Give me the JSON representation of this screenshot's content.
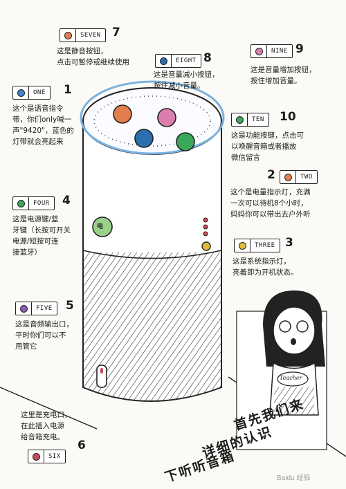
{
  "callouts": [
    {
      "id": "seven",
      "label": "SEVEN",
      "number": "7",
      "text": "这是静音按钮，\n点击可暂停或继续使用",
      "color": "#e27d4d"
    },
    {
      "id": "eight",
      "label": "EIGHT",
      "number": "8",
      "text": "这是音量减小按钮，\n按住减小音量。",
      "color": "#2b6fb0"
    },
    {
      "id": "nine",
      "label": "NINE",
      "number": "9",
      "text": "这是音量增加按钮，\n按住增加音量。",
      "color": "#d97fae"
    },
    {
      "id": "one",
      "label": "ONE",
      "number": "1",
      "text": "这个是语音指令\n带，你们only喊一\n声\"9420\"，蓝色的\n灯带就会亮起来",
      "color": "#3d86c9"
    },
    {
      "id": "ten",
      "label": "TEN",
      "number": "10",
      "text": "这是功能按键，点击可\n以唤醒音箱或者播放\n微信留言",
      "color": "#3aa85a"
    },
    {
      "id": "two",
      "label": "TWO",
      "number": "2",
      "text": "这个是电量指示灯，充满\n一次可以待机8个小时，\n妈妈你可以带出去户外听",
      "color": "#e27d4d"
    },
    {
      "id": "four",
      "label": "FOUR",
      "number": "4",
      "text": "这是电源键/蓝\n牙键（长按可开关\n电源/短按可连\n接蓝牙）",
      "color": "#3aa85a"
    },
    {
      "id": "three",
      "label": "THREE",
      "number": "3",
      "text": "这是系统指示灯，\n亮着即为开机状态。",
      "color": "#e2b93b"
    },
    {
      "id": "five",
      "label": "FIVE",
      "number": "5",
      "text": "这是音频输出口，\n平时你们可以不\n用管它",
      "color": "#8a5cb8"
    },
    {
      "id": "six",
      "label": "SIX",
      "number": "6",
      "text": "这里是充电口，\n在此插入电源\n给音箱充电。",
      "color": "#c84a5a"
    }
  ],
  "speaker": {
    "top_buttons": [
      "#e27d4d",
      "#d97fae",
      "#2b6fb0",
      "#3aa85a"
    ],
    "power_label": "电",
    "led_colors": [
      "#c84a5a",
      "#c84a5a",
      "#c84a5a"
    ],
    "system_led_color": "#e2b93b"
  },
  "teacher": {
    "apron_text": "Teacher"
  },
  "title_lines": [
    "首先我们来",
    "详细的认识",
    "下听听音箱"
  ],
  "watermark": "Baidu 经验"
}
